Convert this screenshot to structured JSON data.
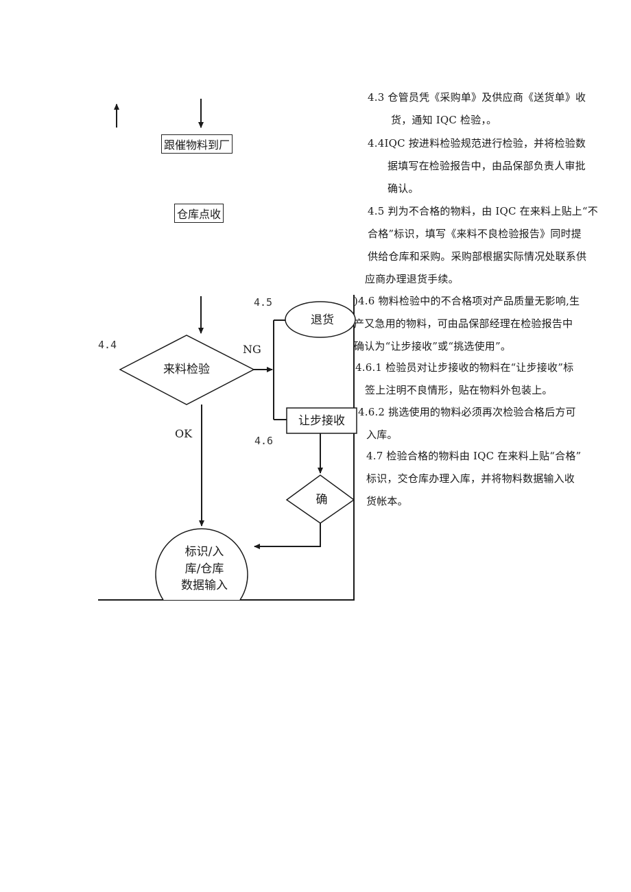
{
  "flow": {
    "nodes": {
      "follow_up": "跟催物料到厂",
      "warehouse_count": "仓库点收",
      "incoming_inspection": "来料检验",
      "return_goods": "退货",
      "concession_accept": "让步接收",
      "confirm": "确",
      "label_storage_lines": [
        "标识/入",
        "库/仓库",
        "数据输入"
      ]
    },
    "step_labels": {
      "s44": "4.4",
      "s45": "4.5",
      "s46": "4.6"
    },
    "edge_labels": {
      "ng": "NG",
      "ok": "OK"
    }
  },
  "text": {
    "p43": [
      "4.3 仓管员凭《采购单》及供应商《送货单》收",
      "货，通知 IQC 检验，。"
    ],
    "p44": [
      "4.4IQC 按进料检验规范进行检验，并将检验数",
      "据填写在检验报告中，由品保部负责人审批",
      "确认。"
    ],
    "p45": [
      "4.5 判为不合格的物料，由 IQC 在来料上贴上“不",
      "合格”标识，填写《来料不良检验报告》同时提",
      "供给仓库和采购。采购部根据实际情况处联系供",
      "应商办理退货手续。"
    ],
    "p46": [
      ")4.6 物料检验中的不合格项对产品质量无影响,生",
      "产又急用的物料，可由品保部经理在检验报告中",
      "确认为“让步接收”或“挑选使用”。"
    ],
    "p461": [
      "4.6.1 检验员对让步接收的物料在“让步接收”标",
      "签上注明不良情形，贴在物料外包装上。"
    ],
    "p462": [
      "4.6.2 挑选使用的物料必须再次检验合格后方可",
      "入库。"
    ],
    "p47": [
      "4.7 检验合格的物料由 IQC 在来料上贴“合格”",
      "标识，交仓库办理入库，并将物料数据输入收",
      "货帐本。"
    ]
  }
}
